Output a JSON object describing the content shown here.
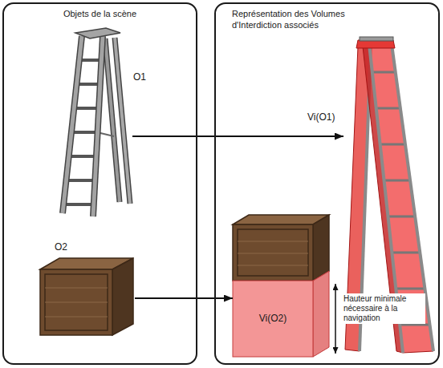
{
  "diagram": {
    "nodes": [
      {
        "text": [
          "Objets de la scène"
        ]
      },
      {
        "text": [
          "Représentation des Volumes d'Interdiction associés"
        ]
      },
      {
        "text": [
          "O1"
        ],
        "in": 0
      },
      {
        "text": [
          "O2"
        ],
        "in": 0
      },
      {
        "text": [
          "Vi(O1)"
        ],
        "in": 1
      },
      {
        "text": [
          "Vi(O2)"
        ],
        "in": 1
      }
    ],
    "edges": [
      {
        "from": 2,
        "to": 4,
        "arrow": "to"
      },
      {
        "from": 3,
        "to": 5,
        "arrow": "to"
      }
    ],
    "labels": [
      "Hauteur minimale nécessaire à la navigation"
    ]
  }
}
